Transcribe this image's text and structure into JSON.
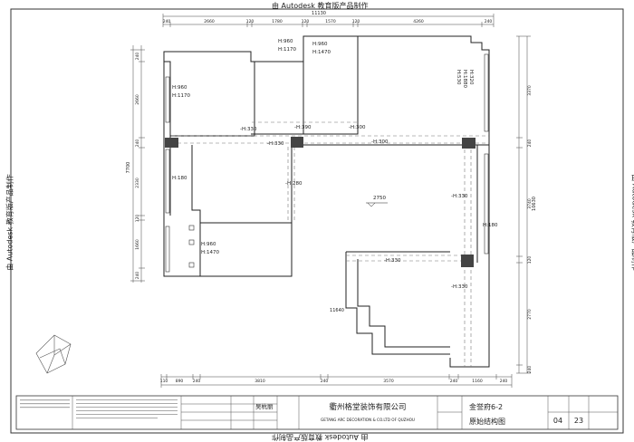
{
  "watermark": "由 Autodesk 教育版产品制作",
  "dims": {
    "top_total": "11130",
    "top": [
      "240",
      "2660",
      "120",
      "1780",
      "120",
      "1570",
      "120",
      "4260",
      "240"
    ],
    "bottom_total": "11640",
    "bottom": [
      "110",
      "890",
      "240",
      "3810",
      "240",
      "3570",
      "240",
      "1160",
      "240"
    ],
    "left_total": "7700",
    "left": [
      "240",
      "2660",
      "240",
      "2330",
      "120",
      "1660",
      "240"
    ],
    "right_total": "10630",
    "right": [
      "3370",
      "240",
      "3740",
      "120",
      "2770",
      "240"
    ]
  },
  "heights": {
    "w1": "H:960",
    "w1b": "H:1170",
    "w2": "H:960",
    "w2b": "H:1470",
    "w3": "H:960",
    "w3b": "H:1170",
    "w4a": "H:530",
    "w4b": "H:1880",
    "w4c": "H:320",
    "b1": "-H:330",
    "b2": "-H:390",
    "b3": "-H:300",
    "b4": "-H:330",
    "b5": "-H:300",
    "b6": "-H:280",
    "b7": "-H:330",
    "b8": "-H:330",
    "b9": "-H:330",
    "w5": "H:180",
    "w6": "H:180",
    "w7": "H:960",
    "w7b": "H:1470",
    "floor": "2750"
  },
  "title_block": {
    "company_cn": "衢州格堂装饰有限公司",
    "company_en": "GETANG ARC DECORATION & CO.LTD OF QUZHOU",
    "project": "金誉府6-2",
    "drawing": "原始结构图",
    "sheet_no": "04",
    "page_no": "23",
    "designer": "吴杭丽"
  }
}
